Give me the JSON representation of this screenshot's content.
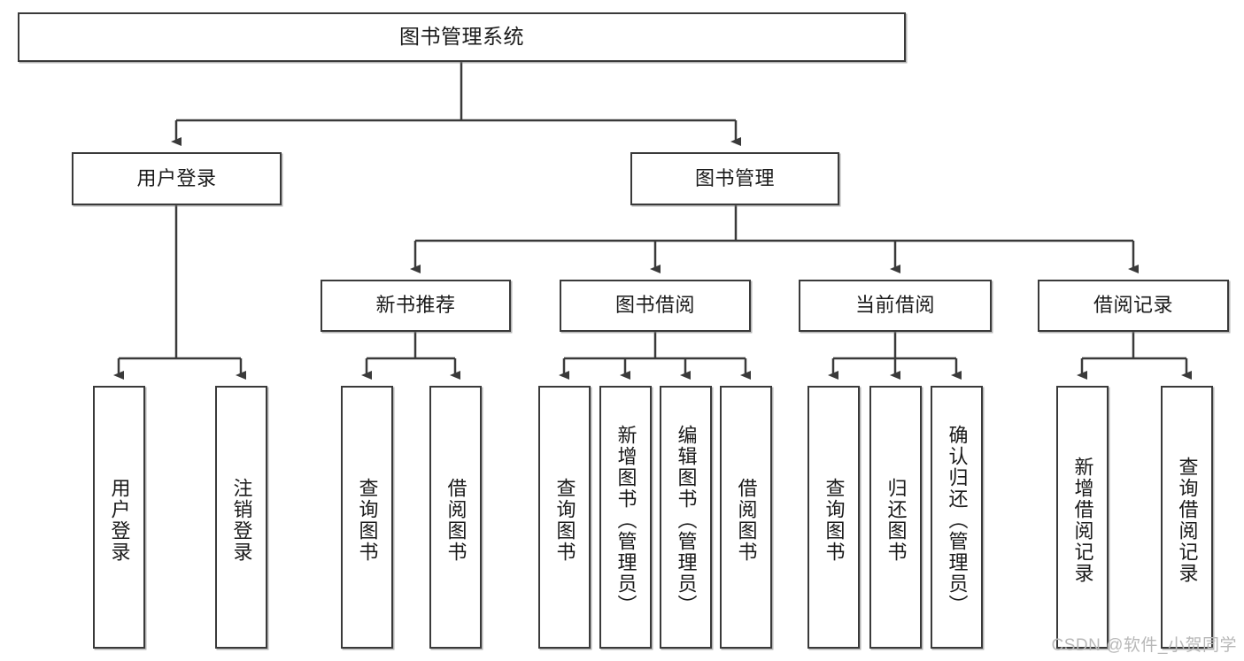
{
  "diagram": {
    "title": "图书管理系统",
    "type": "functional-decomposition-tree",
    "root": {
      "label": "图书管理系统"
    },
    "level2": [
      {
        "label": "用户登录"
      },
      {
        "label": "图书管理"
      }
    ],
    "level3": [
      {
        "label": "新书推荐"
      },
      {
        "label": "图书借阅"
      },
      {
        "label": "当前借阅"
      },
      {
        "label": "借阅记录"
      }
    ],
    "leaves": {
      "user_login": [
        {
          "label": "用户登录"
        },
        {
          "label": "注销登录"
        }
      ],
      "new_book_recommend": [
        {
          "label": "查询图书"
        },
        {
          "label": "借阅图书"
        }
      ],
      "book_borrow": [
        {
          "label": "查询图书"
        },
        {
          "label": "新增图书（管理员）"
        },
        {
          "label": "编辑图书（管理员）"
        },
        {
          "label": "借阅图书"
        }
      ],
      "current_borrow": [
        {
          "label": "查询图书"
        },
        {
          "label": "归还图书"
        },
        {
          "label": "确认归还（管理员）"
        }
      ],
      "borrow_record": [
        {
          "label": "新增借阅记录"
        },
        {
          "label": "查询借阅记录"
        }
      ]
    }
  },
  "watermark": {
    "text": "CSDN @软件_小贺同学"
  },
  "colors": {
    "border": "#3a3a3a",
    "background": "#ffffff",
    "text": "#1a1a1a",
    "watermark": "#b8b8b8"
  }
}
